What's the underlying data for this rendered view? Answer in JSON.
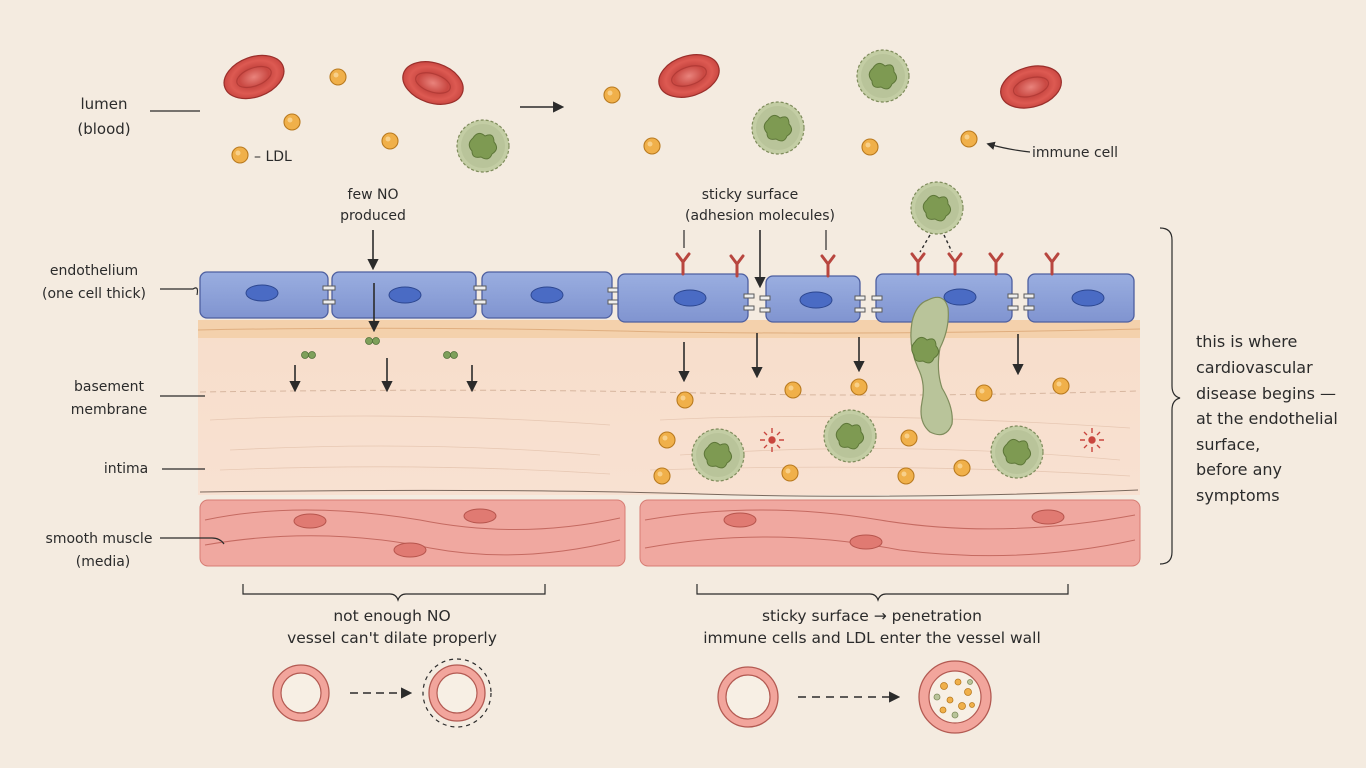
{
  "left_labels": {
    "lumen": [
      "lumen",
      "(blood)"
    ],
    "endothelium": [
      "endothelium",
      "(one cell thick)"
    ],
    "basement": [
      "basement",
      "membrane"
    ],
    "intima": "intima",
    "muscle": [
      "smooth muscle",
      "(media)"
    ]
  },
  "legend_ldl": "– LDL",
  "immune_cell_label": "immune cell",
  "few_no": [
    "few NO",
    "produced"
  ],
  "sticky": [
    "sticky surface",
    "(adhesion molecules)"
  ],
  "right_note": [
    "this is where",
    "cardiovascular",
    "disease begins —",
    "at the endothelial",
    "surface,",
    "before any",
    "symptoms"
  ],
  "caption_left": [
    "not enough NO",
    "vessel can't dilate properly"
  ],
  "caption_right": [
    "sticky surface → penetration",
    "immune cells and LDL enter the vessel wall"
  ],
  "colors": {
    "background": "#f4ebe0",
    "endothelium": "#8b9fd6",
    "nucleus": "#4a6bc4",
    "red_cell": "#d9544f",
    "ldl": "#f0b04a",
    "immune": "#b9c49a",
    "muscle": "#f0a8a0",
    "adhesion": "#c8544f"
  }
}
